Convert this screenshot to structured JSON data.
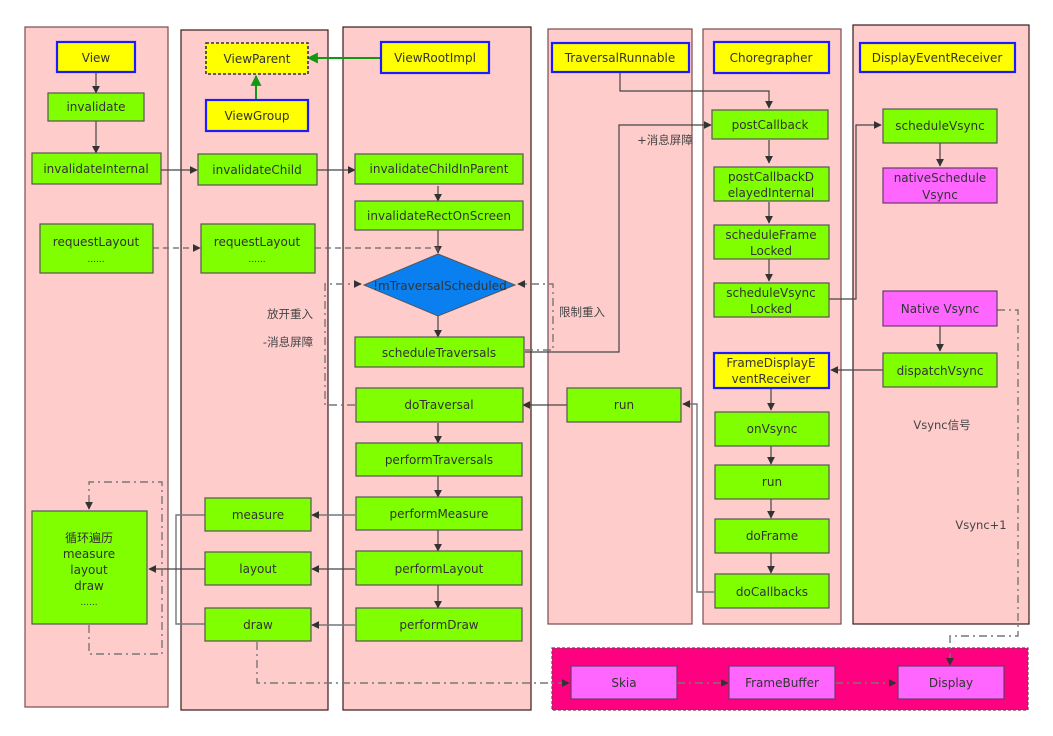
{
  "diagram": {
    "title": "Android View invalidate / requestLayout / Vsync rendering flow",
    "colors": {
      "lane_fill": "#ffcccc",
      "method_node": "#80ff00",
      "class_node": "#ffff00",
      "class_border": "#1c1cff",
      "native_node": "#ff66ff",
      "decision_node": "#0a7ff0",
      "render_zone": "#ff0080",
      "inheritance_edge": "#119911"
    },
    "lanes": [
      {
        "id": "view",
        "header": "View"
      },
      {
        "id": "viewgroup",
        "header": "ViewParent",
        "subheader": "ViewGroup"
      },
      {
        "id": "viewrootimpl",
        "header": "ViewRootImpl"
      },
      {
        "id": "traversal",
        "header": "TraversalRunnable"
      },
      {
        "id": "choreographer",
        "header": "Choregrapher"
      },
      {
        "id": "displayevent",
        "header": "DisplayEventReceiver"
      }
    ],
    "nodes": {
      "view_invalidate": "invalidate",
      "view_invalidateInternal": "invalidateInternal",
      "view_requestLayout": [
        "requestLayout",
        "......"
      ],
      "view_loop": [
        "循环遍历",
        "measure",
        "layout",
        "draw",
        "......"
      ],
      "vg_invalidateChild": "invalidateChild",
      "vg_requestLayout": [
        "requestLayout",
        "......"
      ],
      "vg_measure": "measure",
      "vg_layout": "layout",
      "vg_draw": "draw",
      "vri_invalidateChildInParent": "invalidateChildInParent",
      "vri_invalidateRectOnScreen": "invalidateRectOnScreen",
      "vri_decision": "!mTraversalScheduled",
      "vri_scheduleTraversals": "scheduleTraversals",
      "vri_doTraversal": "doTraversal",
      "vri_performTraversals": "performTraversals",
      "vri_performMeasure": "performMeasure",
      "vri_performLayout": "performLayout",
      "vri_performDraw": "performDraw",
      "tr_run": "run",
      "ch_postCallback": "postCallback",
      "ch_postCallbackDelayedInternal": [
        "postCallbackD",
        "elayedInternal"
      ],
      "ch_scheduleFrameLocked": [
        "scheduleFrame",
        "Locked"
      ],
      "ch_scheduleVsyncLocked": [
        "scheduleVsync",
        "Locked"
      ],
      "ch_frameDisplayEventReceiver": [
        "FrameDisplayE",
        "ventReceiver"
      ],
      "ch_onVsync": "onVsync",
      "ch_run": "run",
      "ch_doFrame": "doFrame",
      "ch_doCallbacks": "doCallbacks",
      "de_scheduleVsync": "scheduleVsync",
      "de_nativeScheduleVsync": [
        "nativeSchedule",
        "Vsync"
      ],
      "de_nativeVsync": "Native Vsync",
      "de_dispatchVsync": "dispatchVsync",
      "r_skia": "Skia",
      "r_framebuffer": "FrameBuffer",
      "r_display": "Display"
    },
    "notes": {
      "add_barrier": "+消息屏障",
      "release_reentry": "放开重入",
      "remove_barrier": "-消息屏障",
      "limit_reentry": "限制重入",
      "vsync_signal": "Vsync信号",
      "vsync_plus_one": "Vsync+1"
    }
  }
}
